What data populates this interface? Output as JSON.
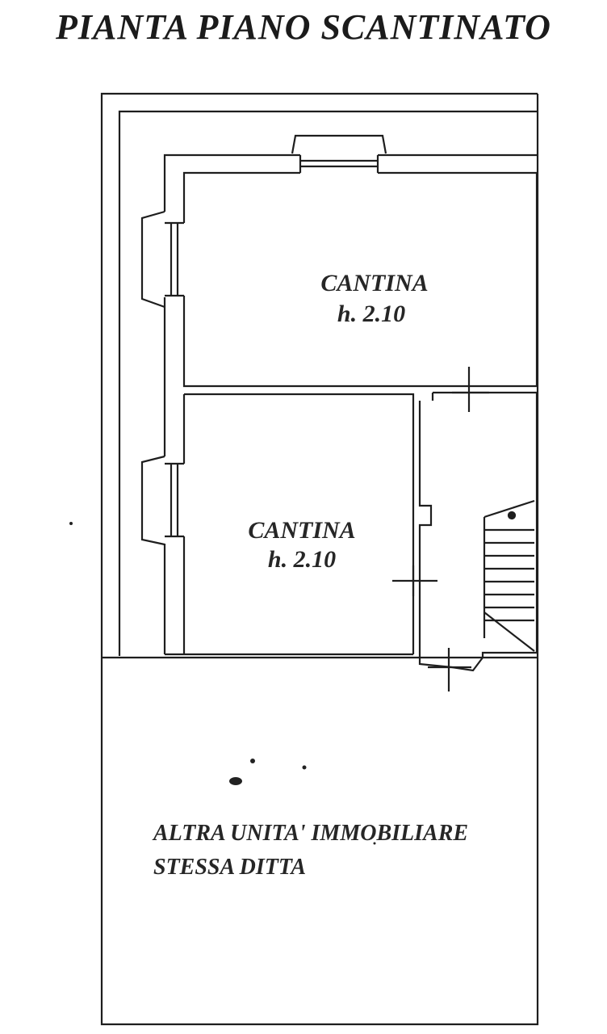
{
  "title": "PIANTA PIANO SCANTINATO",
  "rooms": [
    {
      "name": "CANTINA",
      "height": "h. 2.10"
    },
    {
      "name": "CANTINA",
      "height": "h. 2.10"
    }
  ],
  "other_unit": {
    "line1": "ALTRA UNITA' IMMOBILIARE",
    "line2": "STESSA DITTA"
  }
}
